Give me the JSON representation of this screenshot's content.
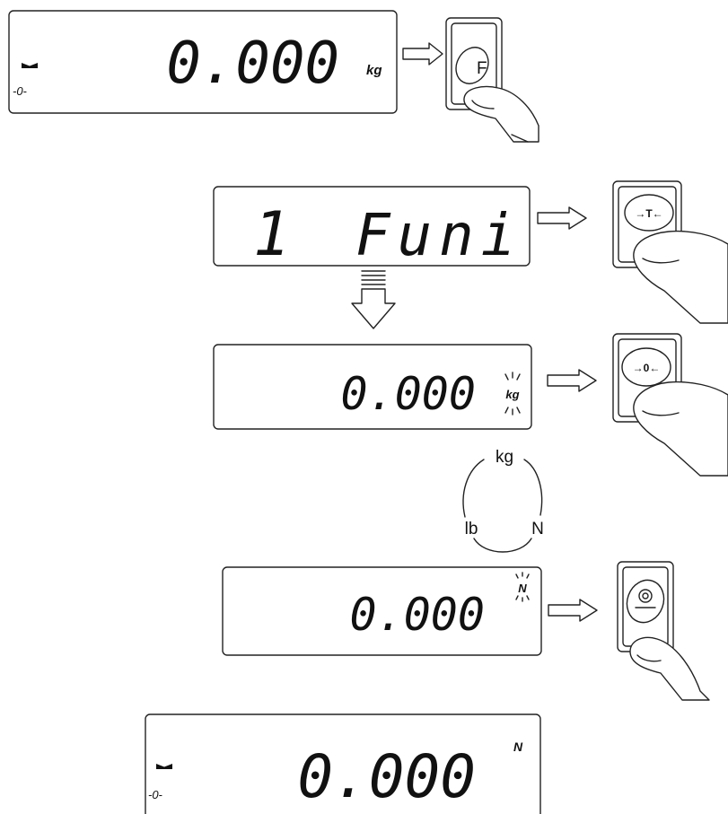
{
  "step1": {
    "value": "0.000",
    "unit": "kg",
    "zero_indicator": "-0-",
    "stable_icon": "stability-marker-icon",
    "key_label": "F",
    "key_icon": "function-key-icon"
  },
  "step2": {
    "display_number": "1",
    "display_text": "Funi",
    "key_label": "→T←",
    "key_icon": "tare-key-icon"
  },
  "step3": {
    "value": "0.000",
    "unit": "kg",
    "key_label": "→0←",
    "key_icon": "zero-key-icon"
  },
  "unit_cycle": {
    "top": "kg",
    "left": "lb",
    "right": "N"
  },
  "step4": {
    "value": "0.000",
    "unit": "N",
    "key_icon": "print-enter-key-icon"
  },
  "step5": {
    "value": "0.000",
    "unit": "N",
    "zero_indicator": "-0-",
    "stable_icon": "stability-marker-icon"
  }
}
